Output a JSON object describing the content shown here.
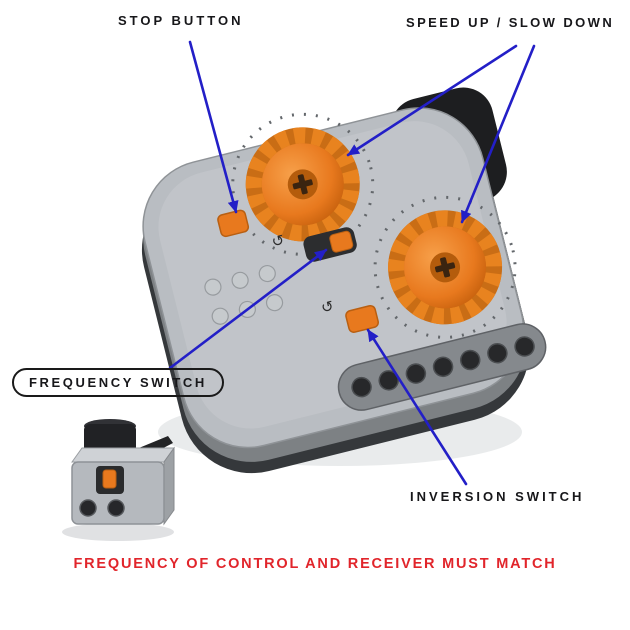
{
  "diagram": {
    "labels": {
      "stop_button": "STOP BUTTON",
      "speed_up_slow_down": "SPEED UP / SLOW DOWN",
      "frequency_switch": "FREQUENCY SWITCH",
      "inversion_switch": "INVERSION SWITCH"
    },
    "footer_note": "FREQUENCY OF CONTROL AND RECEIVER MUST MATCH",
    "glyphs": {
      "rotate_ccw": "↺"
    },
    "parts": {
      "remote": "ir-speed-remote-control",
      "receiver": "ir-receiver-unit"
    }
  },
  "colors": {
    "arrow": "#231fc7",
    "accent_orange": "#e8791e",
    "footer_red": "#e1252b",
    "label_text": "#17171a",
    "body_gray": "#b9bdc2"
  }
}
